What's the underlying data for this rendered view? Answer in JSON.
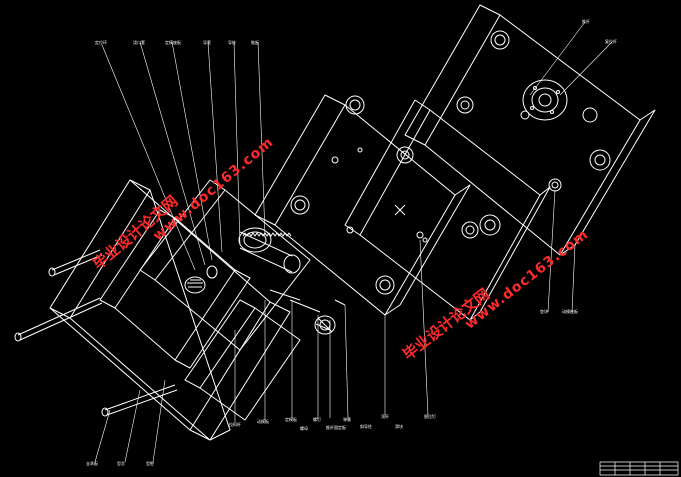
{
  "drawing": {
    "callout_labels": [
      "定位环",
      "浇口套",
      "定模座板",
      "导套",
      "导柱",
      "推板",
      "推杆",
      "复位杆",
      "垫块",
      "动模座板",
      "支承板",
      "型芯",
      "型腔",
      "拉料杆",
      "动模板",
      "定模板",
      "螺钉",
      "推杆固定板",
      "弹簧",
      "顶杆",
      "限位钉",
      "螺母",
      "斜导柱",
      "滑块"
    ],
    "stroke_color": "#ffffff",
    "background_color": "#000000"
  },
  "watermarks": {
    "brand_cn": "毕业设计论文网",
    "brand_url": "www.doc163.com",
    "color": "#ff2a2a"
  }
}
